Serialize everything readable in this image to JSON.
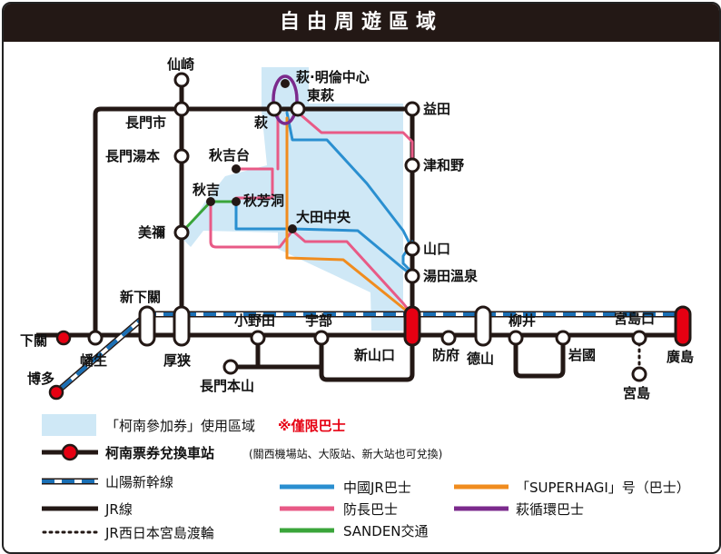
{
  "title": "自由周遊區域",
  "colors": {
    "area": "#cfe8f6",
    "jr": "#231815",
    "shinkansen": "#1a6fb5",
    "chugoku_jr_bus": "#2a8fd0",
    "bocho_bus": "#e85a86",
    "sanden": "#3aa53a",
    "superhagi": "#f08c1e",
    "hagi_loop": "#7b2a8c",
    "exchange": "#e60012"
  },
  "stations": {
    "senzaki": "仙崎",
    "nagatoshi": "長門市",
    "nagato_yumoto": "長門湯本",
    "mine": "美禰",
    "hagi_meirin": "萩·明倫中心",
    "higashi_hagi": "東萩",
    "hagi": "萩",
    "akiyoshidai": "秋吉台",
    "akiyoshi": "秋吉",
    "akiyoshido": "秋芳洞",
    "ota_chuo": "大田中央",
    "masuda": "益田",
    "tsuwano": "津和野",
    "yamaguchi": "山口",
    "yuda_onsen": "湯田溫泉",
    "shimonoseki": "下關",
    "shin_shimonoseki": "新下關",
    "hatabu": "幡生",
    "hakata": "博多",
    "asa": "厚狭",
    "onoda": "小野田",
    "ube": "宇部",
    "nagato_motoyama": "長門本山",
    "shin_yamaguchi": "新山口",
    "hofu": "防府",
    "tokuyama": "德山",
    "yanai": "柳井",
    "iwakuni": "岩國",
    "miyajimaguchi": "宮島口",
    "miyajima": "宮島",
    "hiroshima": "廣島"
  },
  "legend": {
    "area_label": "「柯南參加券」使用區域",
    "area_note": "※僅限巴士",
    "exchange_label": "柯南票券兌換車站",
    "exchange_note": "(關西機場站、大阪站、新大站也可兌換)",
    "shinkansen": "山陽新幹線",
    "jr": "JR線",
    "ferry": "JR西日本宮島渡輪",
    "chugoku_jr_bus": "中國JR巴士",
    "bocho_bus": "防長巴士",
    "sanden": "SANDEN交通",
    "superhagi": "「SUPERHAGI」号（巴士）",
    "hagi_loop": "萩循環巴士"
  }
}
